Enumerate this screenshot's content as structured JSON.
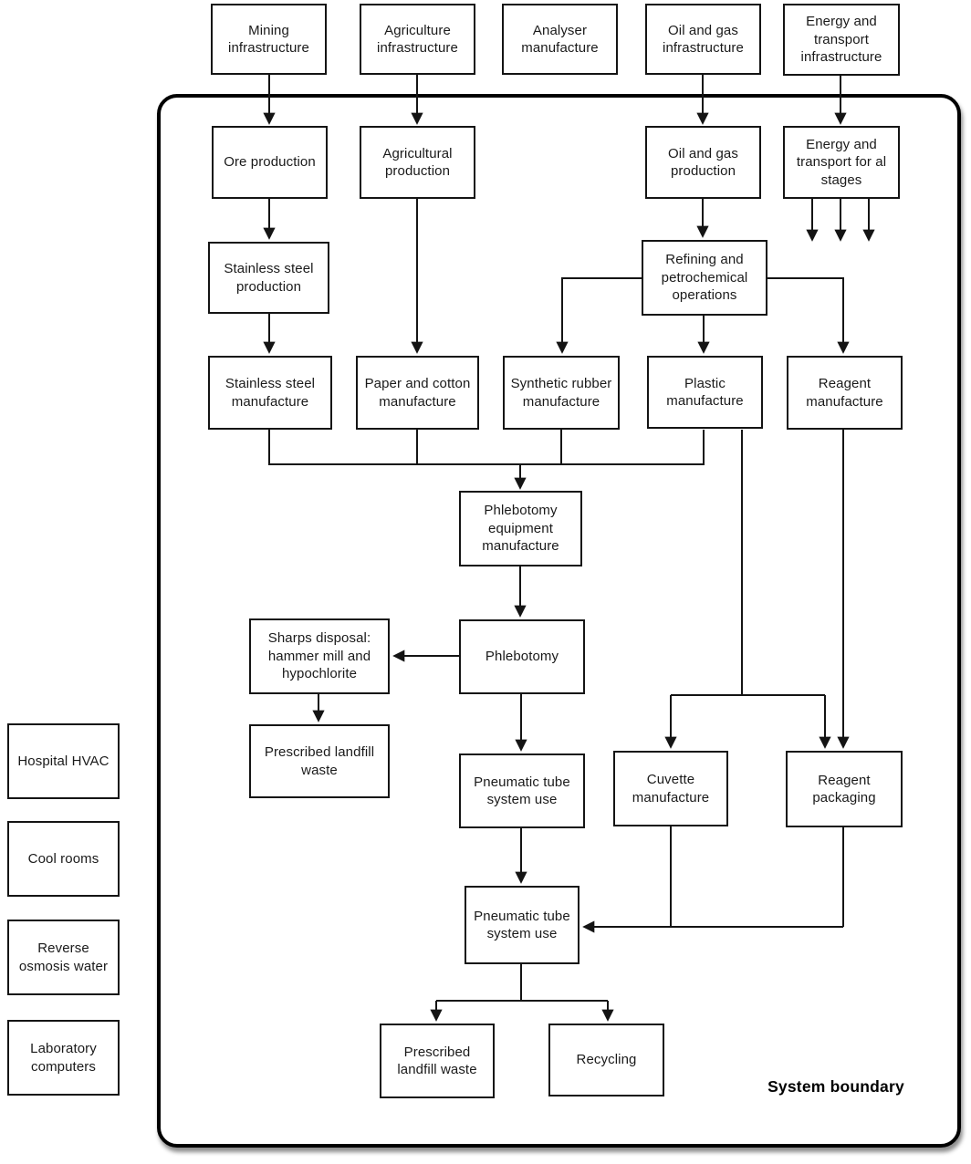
{
  "boundary": {
    "label": "System boundary"
  },
  "nodes": {
    "mining_infrastructure": "Mining infrastructure",
    "agriculture_infrastructure": "Agriculture infrastructure",
    "analyser_manufacture": "Analyser manufacture",
    "oil_gas_infrastructure": "Oil and gas infrastructure",
    "energy_transport_infrastructure": "Energy and transport infrastructure",
    "ore_production": "Ore production",
    "agricultural_production": "Agricultural production",
    "oil_gas_production": "Oil and gas production",
    "energy_transport_all_stages": "Energy and transport for al stages",
    "stainless_steel_production": "Stainless steel production",
    "refining_petrochemical_operations": "Refining and petrochemical operations",
    "stainless_steel_manufacture": "Stainless steel manufacture",
    "paper_cotton_manufacture": "Paper and cotton manufacture",
    "synthetic_rubber_manufacture": "Synthetic rubber manufacture",
    "plastic_manufacture": "Plastic manufacture",
    "reagent_manufacture": "Reagent manufacture",
    "phlebotomy_equipment_manufacture": "Phlebotomy equipment manufacture",
    "sharps_disposal": "Sharps disposal: hammer mill and hypochlorite",
    "phlebotomy": "Phlebotomy",
    "prescribed_landfill_waste_1": "Prescribed landfill waste",
    "pneumatic_tube_system_use_1": "Pneumatic tube system use",
    "cuvette_manufacture": "Cuvette manufacture",
    "reagent_packaging": "Reagent packaging",
    "pneumatic_tube_system_use_2": "Pneumatic tube system use",
    "prescribed_landfill_waste_2": "Prescribed landfill waste",
    "recycling": "Recycling",
    "hospital_hvac": "Hospital HVAC",
    "cool_rooms": "Cool rooms",
    "reverse_osmosis_water": "Reverse osmosis water",
    "laboratory_computers": "Laboratory computers"
  },
  "edges": [
    [
      "mining_infrastructure",
      "ore_production"
    ],
    [
      "agriculture_infrastructure",
      "agricultural_production"
    ],
    [
      "oil_gas_infrastructure",
      "oil_gas_production"
    ],
    [
      "energy_transport_infrastructure",
      "energy_transport_all_stages"
    ],
    [
      "ore_production",
      "stainless_steel_production"
    ],
    [
      "stainless_steel_production",
      "stainless_steel_manufacture"
    ],
    [
      "agricultural_production",
      "paper_cotton_manufacture"
    ],
    [
      "oil_gas_production",
      "refining_petrochemical_operations"
    ],
    [
      "refining_petrochemical_operations",
      "synthetic_rubber_manufacture"
    ],
    [
      "refining_petrochemical_operations",
      "plastic_manufacture"
    ],
    [
      "refining_petrochemical_operations",
      "reagent_manufacture"
    ],
    [
      "stainless_steel_manufacture",
      "phlebotomy_equipment_manufacture"
    ],
    [
      "paper_cotton_manufacture",
      "phlebotomy_equipment_manufacture"
    ],
    [
      "synthetic_rubber_manufacture",
      "phlebotomy_equipment_manufacture"
    ],
    [
      "plastic_manufacture",
      "phlebotomy_equipment_manufacture"
    ],
    [
      "plastic_manufacture",
      "cuvette_manufacture"
    ],
    [
      "plastic_manufacture",
      "reagent_packaging"
    ],
    [
      "reagent_manufacture",
      "reagent_packaging"
    ],
    [
      "phlebotomy_equipment_manufacture",
      "phlebotomy"
    ],
    [
      "phlebotomy",
      "sharps_disposal"
    ],
    [
      "sharps_disposal",
      "prescribed_landfill_waste_1"
    ],
    [
      "phlebotomy",
      "pneumatic_tube_system_use_1"
    ],
    [
      "pneumatic_tube_system_use_1",
      "pneumatic_tube_system_use_2"
    ],
    [
      "cuvette_manufacture",
      "pneumatic_tube_system_use_2"
    ],
    [
      "reagent_packaging",
      "pneumatic_tube_system_use_2"
    ],
    [
      "pneumatic_tube_system_use_2",
      "prescribed_landfill_waste_2"
    ],
    [
      "pneumatic_tube_system_use_2",
      "recycling"
    ],
    [
      "energy_transport_all_stages",
      "all_stages_arrows_x3"
    ]
  ],
  "colors": {
    "background": "#ffffff",
    "box_border": "#141414",
    "line": "#141414",
    "boundary_border": "#000000",
    "text": "#1a1a1a"
  }
}
